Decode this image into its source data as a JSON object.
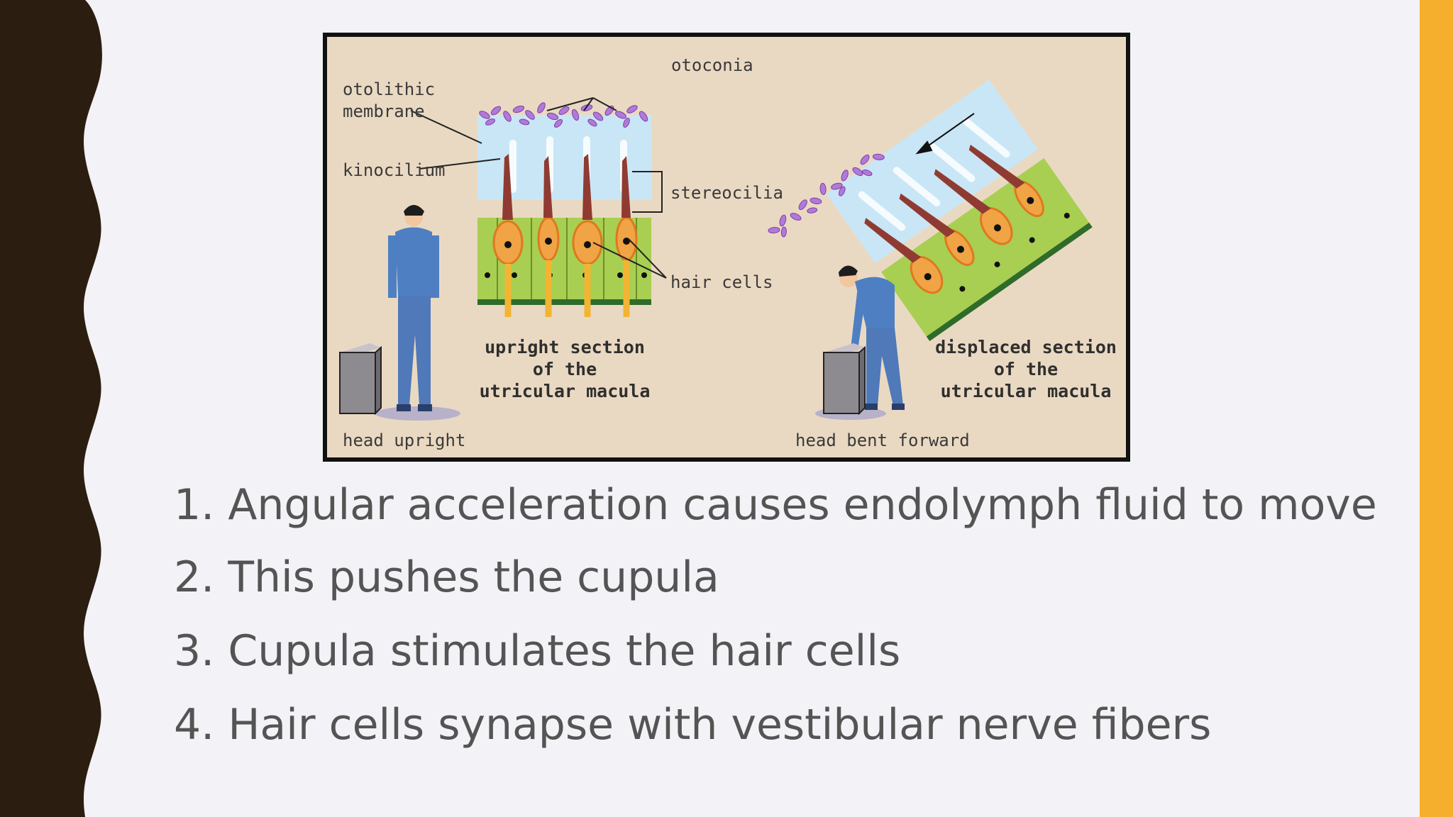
{
  "figure": {
    "labels": {
      "otoconia": "otoconia",
      "otolithic_1": "otolithic",
      "otolithic_2": "membrane",
      "kinocilium": "kinocilium",
      "stereocilia": "stereocilia",
      "hair_cells": "hair cells",
      "upright_1": "upright section",
      "upright_2": "of the",
      "upright_3": "utricular macula",
      "displaced_1": "displaced section",
      "displaced_2": "of the",
      "displaced_3": "utricular macula",
      "head_upright": "head upright",
      "head_bent": "head bent forward"
    }
  },
  "steps": [
    "1. Angular acceleration causes endolymph fluid to move",
    "2. This pushes the cupula",
    "3. Cupula stimulates the hair cells",
    "4. Hair cells synapse with vestibular nerve fibers"
  ],
  "colors": {
    "accent": "#f6ae2d",
    "border": "#2b1d10",
    "text": "#545454"
  }
}
